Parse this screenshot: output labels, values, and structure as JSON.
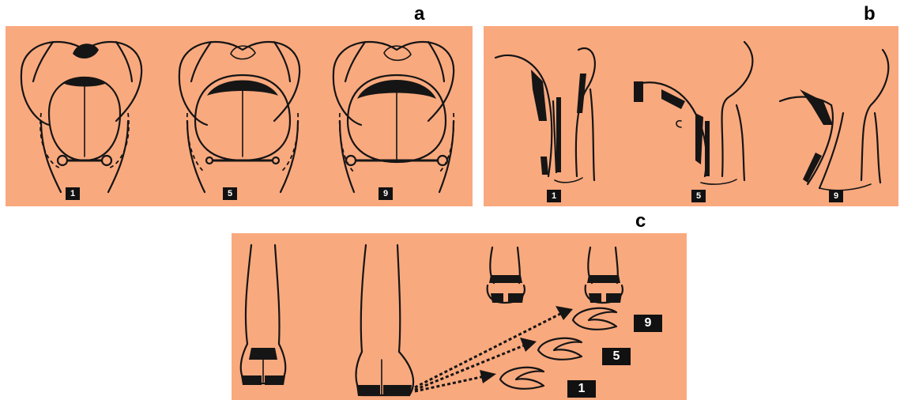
{
  "panels": {
    "a": {
      "letter": "a",
      "description_items": [
        {
          "label": "1",
          "icon": "udder-rear-view-narrow-icon"
        },
        {
          "label": "5",
          "icon": "udder-rear-view-medium-icon"
        },
        {
          "label": "9",
          "icon": "udder-rear-view-wide-icon"
        }
      ]
    },
    "b": {
      "letter": "b",
      "description_items": [
        {
          "label": "1",
          "icon": "hind-leg-side-view-straight-icon"
        },
        {
          "label": "5",
          "icon": "hind-leg-side-view-intermediate-icon"
        },
        {
          "label": "9",
          "icon": "hind-leg-side-view-sickled-icon"
        }
      ]
    },
    "c": {
      "letter": "c",
      "description_items": [
        {
          "label": "9",
          "icon": "hoof-print-icon"
        },
        {
          "label": "5",
          "icon": "hoof-print-icon"
        },
        {
          "label": "1",
          "icon": "hoof-print-icon"
        }
      ]
    }
  },
  "colors": {
    "panel_background": "#f9a97e",
    "ink": "#151515",
    "badge": "#111111"
  }
}
